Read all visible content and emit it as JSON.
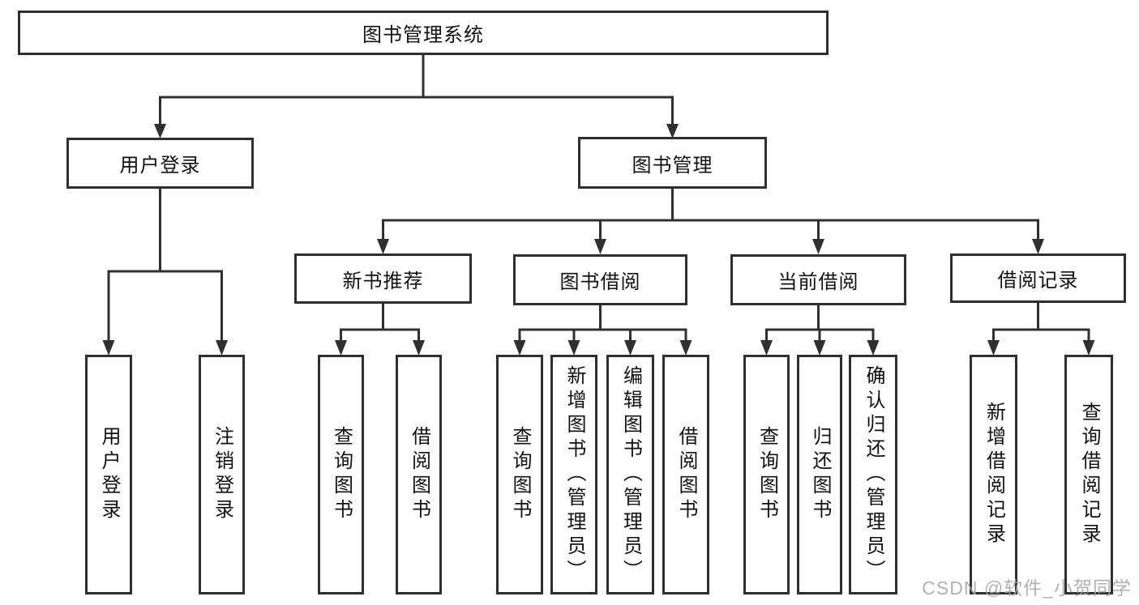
{
  "colors": {
    "line": "#303030",
    "box_border": "#2f2f2f",
    "text": "#111111",
    "background": "#ffffff"
  },
  "watermark": "CSDN @软件_小贺同学",
  "tree": {
    "root": {
      "label": "图书管理系统"
    },
    "branches": [
      {
        "label": "用户登录",
        "children": [
          {
            "label": "用户登录"
          },
          {
            "label": "注销登录"
          }
        ]
      },
      {
        "label": "图书管理",
        "children": [
          {
            "label": "新书推荐",
            "children": [
              {
                "label": "查询图书"
              },
              {
                "label": "借阅图书"
              }
            ]
          },
          {
            "label": "图书借阅",
            "children": [
              {
                "label": "查询图书"
              },
              {
                "label": "新增图书（管理员）"
              },
              {
                "label": "编辑图书（管理员）"
              },
              {
                "label": "借阅图书"
              }
            ]
          },
          {
            "label": "当前借阅",
            "children": [
              {
                "label": "查询图书"
              },
              {
                "label": "归还图书"
              },
              {
                "label": "确认归还（管理员）"
              }
            ]
          },
          {
            "label": "借阅记录",
            "children": [
              {
                "label": "新增借阅记录"
              },
              {
                "label": "查询借阅记录"
              }
            ]
          }
        ]
      }
    ]
  }
}
